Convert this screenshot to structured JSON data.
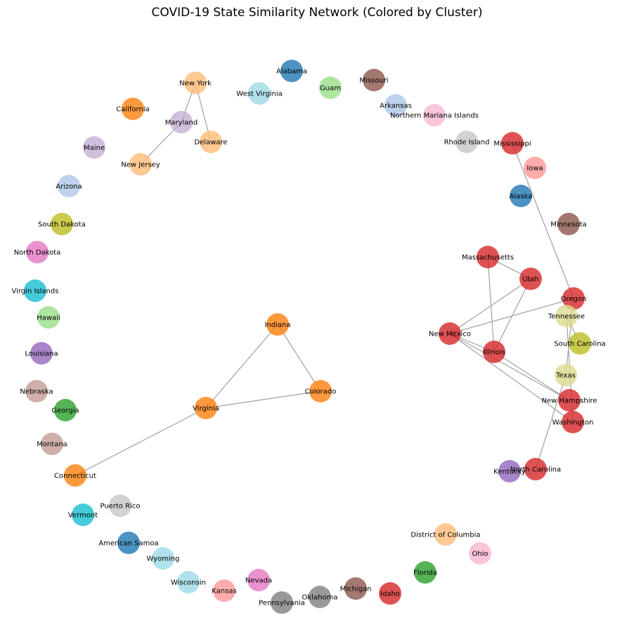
{
  "title": "COVID-19 State Similarity Network (Colored by Cluster)",
  "colors": {
    "c_blue": "#1f77b4",
    "c_lightblue": "#aec7e8",
    "c_orange": "#ff7f0e",
    "c_lightorange": "#ffbb78",
    "c_green": "#2ca02c",
    "c_lightgreen": "#98df8a",
    "c_red": "#d62728",
    "c_pink": "#ff9896",
    "c_purple": "#9467bd",
    "c_lavender": "#c5b0d5",
    "c_brown": "#8c564b",
    "c_tan": "#c49c94",
    "c_magenta": "#e377c2",
    "c_lightpink": "#f7b6d2",
    "c_gray": "#7f7f7f",
    "c_lightgray": "#c7c7c7",
    "c_olive": "#bcbd22",
    "c_khaki": "#dbdb8d",
    "c_cyan": "#17becf",
    "c_lightcyan": "#9edae5",
    "edge": "#a0a0a0"
  },
  "nodes": [
    {
      "id": "Alabama",
      "color": "c_blue"
    },
    {
      "id": "Guam",
      "color": "c_lightgreen"
    },
    {
      "id": "Missouri",
      "color": "c_brown"
    },
    {
      "id": "West Virginia",
      "color": "c_lightcyan"
    },
    {
      "id": "New York",
      "color": "c_lightorange"
    },
    {
      "id": "Arkansas",
      "color": "c_lightblue"
    },
    {
      "id": "Northern Mariana Islands",
      "color": "c_lightpink"
    },
    {
      "id": "California",
      "color": "c_orange"
    },
    {
      "id": "Maryland",
      "color": "c_lavender"
    },
    {
      "id": "Delaware",
      "color": "c_lightorange"
    },
    {
      "id": "Rhode Island",
      "color": "c_lightgray"
    },
    {
      "id": "Mississippi",
      "color": "c_red"
    },
    {
      "id": "Maine",
      "color": "c_lavender"
    },
    {
      "id": "New Jersey",
      "color": "c_lightorange"
    },
    {
      "id": "Iowa",
      "color": "c_pink"
    },
    {
      "id": "Arizona",
      "color": "c_lightblue"
    },
    {
      "id": "Alaska",
      "color": "c_blue"
    },
    {
      "id": "South Dakota",
      "color": "c_olive"
    },
    {
      "id": "Minnesota",
      "color": "c_brown"
    },
    {
      "id": "North Dakota",
      "color": "c_magenta"
    },
    {
      "id": "Massachusetts",
      "color": "c_red"
    },
    {
      "id": "Utah",
      "color": "c_red"
    },
    {
      "id": "Virgin Islands",
      "color": "c_cyan"
    },
    {
      "id": "Oregon",
      "color": "c_red"
    },
    {
      "id": "Tennessee",
      "color": "c_khaki"
    },
    {
      "id": "Hawaii",
      "color": "c_lightgreen"
    },
    {
      "id": "Indiana",
      "color": "c_orange"
    },
    {
      "id": "New Mexico",
      "color": "c_red"
    },
    {
      "id": "South Carolina",
      "color": "c_olive"
    },
    {
      "id": "Illinois",
      "color": "c_red"
    },
    {
      "id": "Louisiana",
      "color": "c_purple"
    },
    {
      "id": "Texas",
      "color": "c_khaki"
    },
    {
      "id": "Nebraska",
      "color": "c_tan"
    },
    {
      "id": "Colorado",
      "color": "c_orange"
    },
    {
      "id": "Georgia",
      "color": "c_green"
    },
    {
      "id": "Virginia",
      "color": "c_orange"
    },
    {
      "id": "New Hampshire",
      "color": "c_red"
    },
    {
      "id": "Washington",
      "color": "c_red"
    },
    {
      "id": "Montana",
      "color": "c_tan"
    },
    {
      "id": "Connecticut",
      "color": "c_orange"
    },
    {
      "id": "Kentucky",
      "color": "c_purple"
    },
    {
      "id": "North Carolina",
      "color": "c_red"
    },
    {
      "id": "Puerto Rico",
      "color": "c_lightgray"
    },
    {
      "id": "Vermont",
      "color": "c_cyan"
    },
    {
      "id": "District of Columbia",
      "color": "c_lightorange"
    },
    {
      "id": "American Samoa",
      "color": "c_blue"
    },
    {
      "id": "Ohio",
      "color": "c_lightpink"
    },
    {
      "id": "Wyoming",
      "color": "c_lightcyan"
    },
    {
      "id": "Florida",
      "color": "c_green"
    },
    {
      "id": "Nevada",
      "color": "c_magenta"
    },
    {
      "id": "Wisconsin",
      "color": "c_lightcyan"
    },
    {
      "id": "Kansas",
      "color": "c_pink"
    },
    {
      "id": "Michigan",
      "color": "c_brown"
    },
    {
      "id": "Idaho",
      "color": "c_red"
    },
    {
      "id": "Oklahoma",
      "color": "c_gray"
    },
    {
      "id": "Pennsylvania",
      "color": "c_gray"
    }
  ],
  "edges": [
    [
      "New York",
      "Maryland"
    ],
    [
      "Maryland",
      "New Jersey"
    ],
    [
      "New York",
      "Delaware"
    ],
    [
      "Indiana",
      "Colorado"
    ],
    [
      "Indiana",
      "Virginia"
    ],
    [
      "Colorado",
      "Virginia"
    ],
    [
      "Virginia",
      "Connecticut"
    ],
    [
      "Massachusetts",
      "Utah"
    ],
    [
      "Massachusetts",
      "Illinois"
    ],
    [
      "Utah",
      "New Mexico"
    ],
    [
      "Utah",
      "Illinois"
    ],
    [
      "New Mexico",
      "Oregon"
    ],
    [
      "New Mexico",
      "Illinois"
    ],
    [
      "New Mexico",
      "New Hampshire"
    ],
    [
      "New Mexico",
      "Washington"
    ],
    [
      "Illinois",
      "New Hampshire"
    ],
    [
      "Mississippi",
      "Oregon"
    ],
    [
      "Oregon",
      "Texas"
    ],
    [
      "Tennessee",
      "Washington"
    ],
    [
      "Tennessee",
      "South Carolina"
    ],
    [
      "Texas",
      "North Carolina"
    ]
  ]
}
